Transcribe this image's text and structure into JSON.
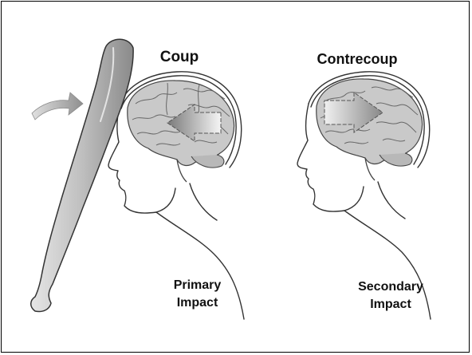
{
  "labels": {
    "coup": "Coup",
    "contrecoup": "Contrecoup",
    "primary_line1": "Primary",
    "primary_line2": "Impact",
    "secondary_line1": "Secondary",
    "secondary_line2": "Impact"
  },
  "icons": {
    "bat": "baseball-bat-icon",
    "motion_arrow": "motion-arrow-icon",
    "head_left": "head-profile-icon",
    "head_right": "head-profile-icon",
    "brain_left": "brain-icon",
    "brain_right": "brain-icon",
    "impact_arrow_left": "brain-impact-arrow-icon",
    "impact_arrow_right": "brain-rebound-arrow-icon"
  },
  "colors": {
    "line": "#333333",
    "brain_fill": "#c9c9c9",
    "brain_fold": "#666666",
    "bat_fill": "#bdbdbd",
    "arrow_fill": "#a8a8a8"
  }
}
